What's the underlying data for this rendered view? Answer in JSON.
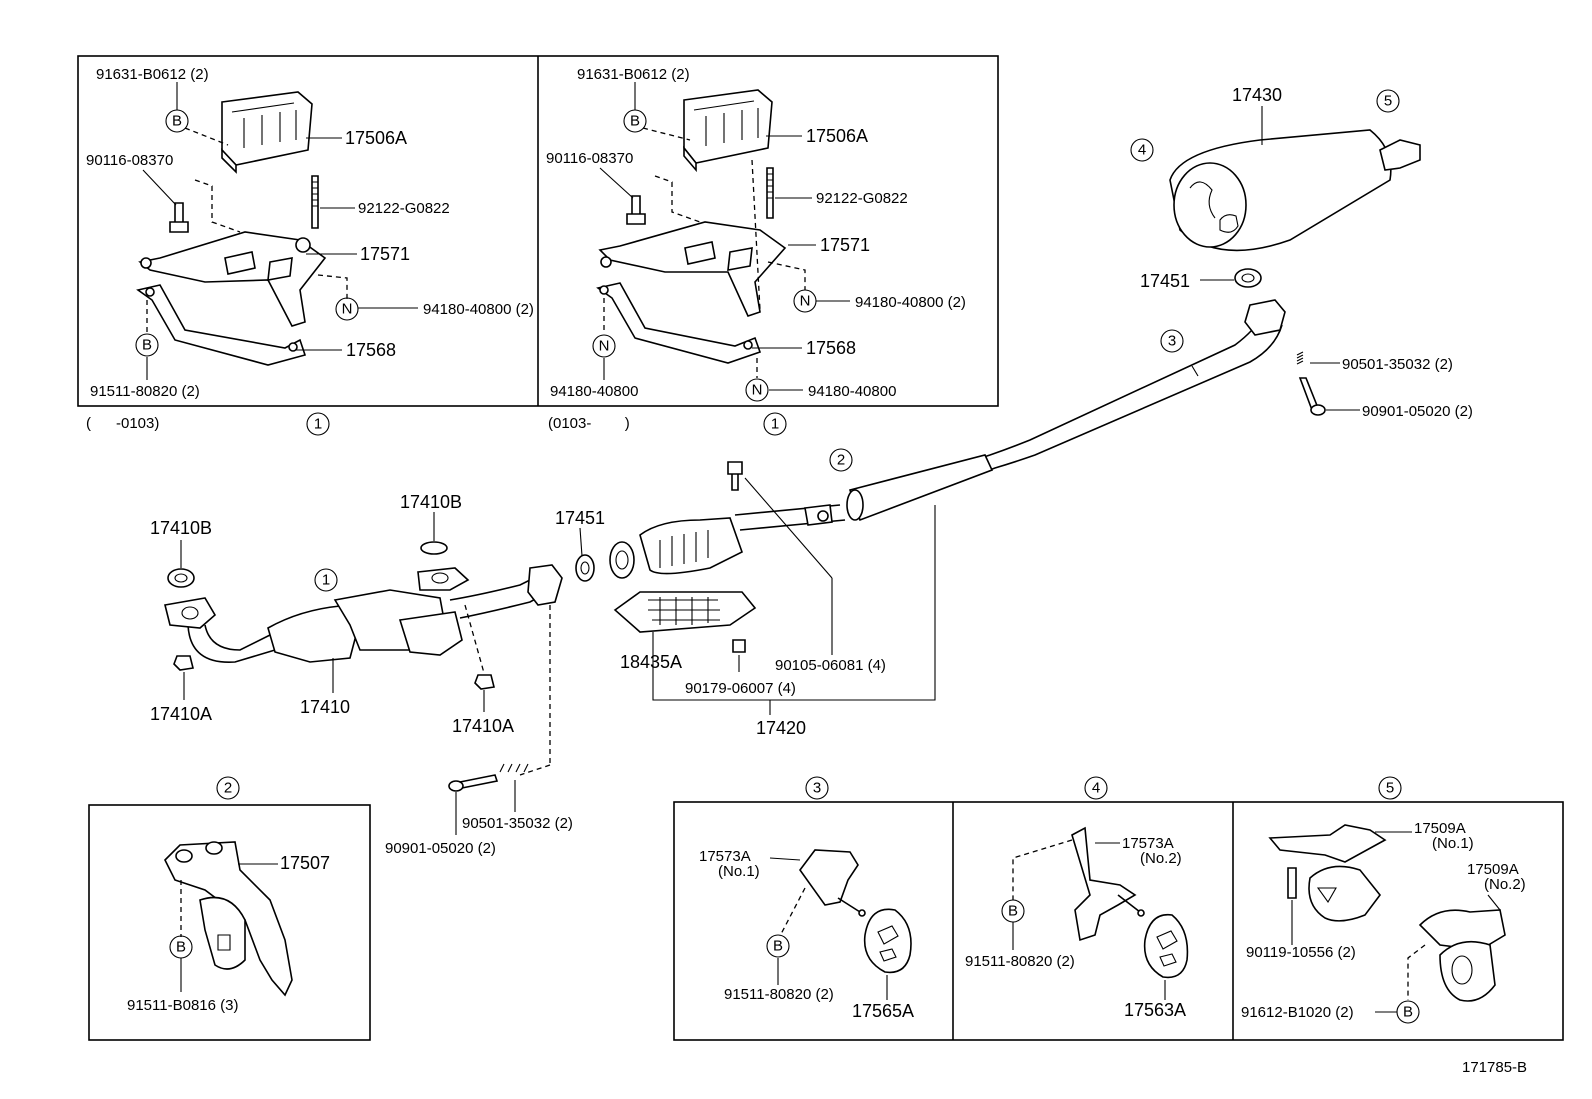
{
  "diagram_id": "171785-B",
  "top_left": {
    "range": "(      -0103)",
    "ref": "1",
    "parts": {
      "p1": "91631-B0612 (2)",
      "p2": "17506A",
      "p3": "90116-08370",
      "p4": "92122-G0822",
      "p5": "17571",
      "p6": "94180-40800 (2)",
      "p7": "17568",
      "p8": "91511-80820 (2)"
    },
    "markers": {
      "b1": "B",
      "b2": "B",
      "n1": "N"
    }
  },
  "top_mid": {
    "range": "(0103-        )",
    "ref": "1",
    "parts": {
      "p1": "91631-B0612 (2)",
      "p2": "17506A",
      "p3": "90116-08370",
      "p4": "92122-G0822",
      "p5": "17571",
      "p6": "94180-40800 (2)",
      "p7": "17568",
      "p8": "94180-40800",
      "p9": "94180-40800"
    },
    "markers": {
      "b1": "B",
      "n1": "N",
      "n2": "N",
      "n3": "N"
    }
  },
  "muffler": {
    "parts": {
      "p1": "17430",
      "p2": "17451",
      "p3": "90501-35032 (2)",
      "p4": "90901-05020 (2)"
    },
    "refs": {
      "r4": "4",
      "r5": "5",
      "r3": "3"
    }
  },
  "center": {
    "parts": {
      "p1": "17410B",
      "p2": "17410B",
      "p3": "17451",
      "p4": "17410A",
      "p5": "17410",
      "p6": "17410A",
      "p7": "18435A",
      "p8": "90105-06081 (4)",
      "p9": "90179-06007 (4)",
      "p10": "17420",
      "p11": "90901-05020 (2)",
      "p12": "90501-35032 (2)"
    },
    "refs": {
      "r1": "1",
      "r2": "2"
    }
  },
  "box2": {
    "ref": "2",
    "parts": {
      "p1": "17507",
      "p2": "91511-B0816 (3)"
    },
    "markers": {
      "b1": "B"
    }
  },
  "box3": {
    "ref": "3",
    "parts": {
      "p1": "17573A",
      "p1b": "(No.1)",
      "p2": "91511-80820 (2)",
      "p3": "17565A"
    },
    "markers": {
      "b1": "B"
    }
  },
  "box4": {
    "ref": "4",
    "parts": {
      "p1": "17573A",
      "p1b": "(No.2)",
      "p2": "91511-80820 (2)",
      "p3": "17563A"
    },
    "markers": {
      "b1": "B"
    }
  },
  "box5": {
    "ref": "5",
    "parts": {
      "p1": "17509A",
      "p1b": "(No.1)",
      "p2": "17509A",
      "p2b": "(No.2)",
      "p3": "90119-10556 (2)",
      "p4": "91612-B1020 (2)"
    },
    "markers": {
      "b1": "B"
    }
  }
}
